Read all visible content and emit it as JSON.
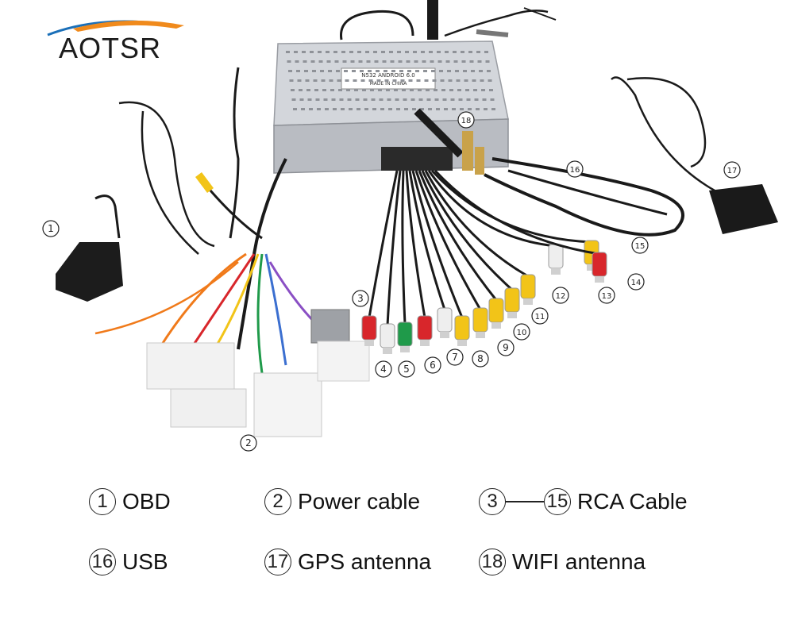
{
  "brand": {
    "name": "AOTSR",
    "swoosh_color": "#f08a1c",
    "arc_color": "#1a6fb8"
  },
  "unit": {
    "model_line": "N532 ANDROID 6.0",
    "made_in": "MADE IN CHINA"
  },
  "callouts": [
    "1",
    "2",
    "3",
    "4",
    "5",
    "6",
    "7",
    "8",
    "9",
    "10",
    "11",
    "12",
    "13",
    "14",
    "15",
    "16",
    "17",
    "18"
  ],
  "legend": {
    "row1": [
      {
        "num": "1",
        "text": "OBD"
      },
      {
        "num": "2",
        "text": "Power cable"
      },
      {
        "num": "3",
        "num2": "15",
        "text": "RCA Cable"
      }
    ],
    "row2": [
      {
        "num": "16",
        "text": "USB"
      },
      {
        "num": "17",
        "text": "GPS antenna"
      },
      {
        "num": "18",
        "text": "WIFI antenna"
      }
    ]
  },
  "colors": {
    "rca_red": "#d8262b",
    "rca_white": "#eeeeee",
    "rca_yellow": "#f2c418",
    "rca_green": "#1f9a4a",
    "cable_black": "#1a1a1a",
    "box_silver": "#c9ccd1"
  }
}
